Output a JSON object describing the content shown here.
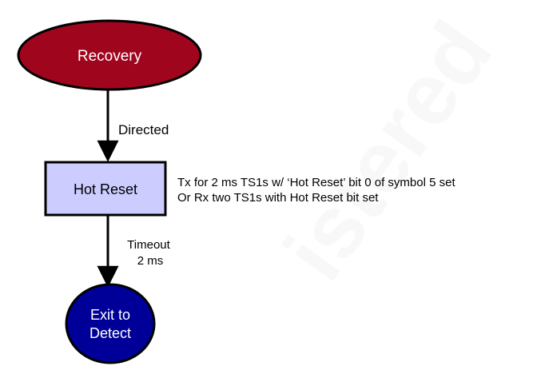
{
  "watermark": "istered",
  "nodes": {
    "recovery": {
      "label": "Recovery",
      "fill": "#a0051e"
    },
    "hot_reset": {
      "label": "Hot Reset",
      "fill": "#ccccff"
    },
    "exit": {
      "label_line1": "Exit to",
      "label_line2": "Detect",
      "fill": "#000099"
    }
  },
  "edges": {
    "directed": {
      "label": "Directed"
    },
    "timeout": {
      "label_line1": "Timeout",
      "label_line2": "2 ms"
    }
  },
  "annotation": {
    "line1": "Tx for 2 ms TS1s w/ ‘Hot Reset’ bit 0 of symbol 5 set",
    "line2": "Or Rx two TS1s with Hot Reset bit set"
  }
}
